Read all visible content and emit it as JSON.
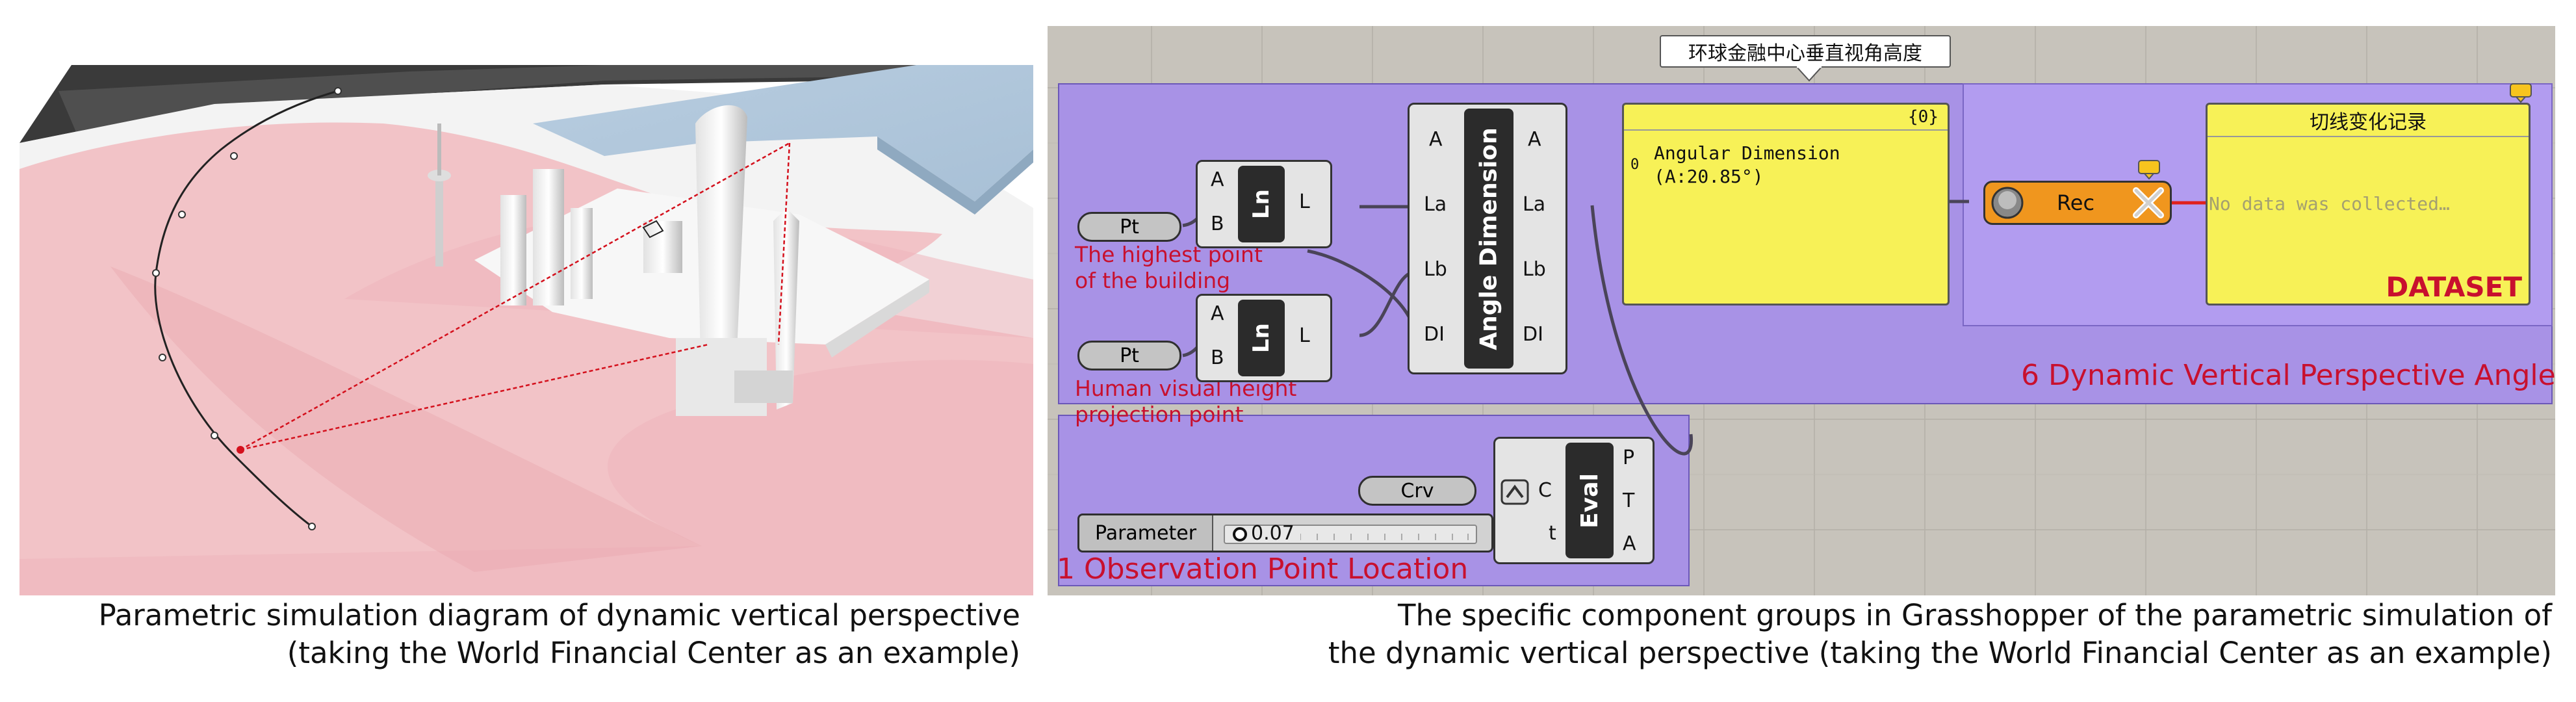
{
  "left_panel": {
    "caption_line1": "Parametric simulation diagram of dynamic vertical perspective",
    "caption_line2": "(taking the World Financial Center as an example)"
  },
  "right_panel": {
    "caption_line1": "The specific component groups in Grasshopper of the parametric simulation of",
    "caption_line2": "the dynamic vertical perspective (taking the World Financial Center as an example)",
    "callout_label": "环球金融中心垂直视角高度",
    "groups": {
      "upper_label": "6 Dynamic Vertical Perspective Angle",
      "lower_label": "1 Observation Point Location"
    },
    "point_labels": {
      "highest_line1": "The highest point",
      "highest_line2": "of the building",
      "human_line1": "Human visual height",
      "human_line2": "projection point"
    },
    "pt1": "Pt",
    "pt2": "Pt",
    "ln1": {
      "title": "Ln",
      "in_a": "A",
      "in_b": "B",
      "out": "L"
    },
    "ln2": {
      "title": "Ln",
      "in_a": "A",
      "in_b": "B",
      "out": "L"
    },
    "angle_dim": {
      "title": "Angle Dimension",
      "inputs": [
        "A",
        "La",
        "Lb",
        "DI"
      ],
      "outputs": [
        "A",
        "La",
        "Lb",
        "DI"
      ]
    },
    "panel_yellow": {
      "path": "{0}",
      "index": "0",
      "line1": "Angular Dimension",
      "line2": "(A:20.85°)"
    },
    "rec": {
      "label": "Rec"
    },
    "dataset": {
      "title": "切线变化记录",
      "message": "No data was collected…",
      "tag": "DATASET"
    },
    "crv": "Crv",
    "eval": {
      "title": "Eval",
      "in_c": "C",
      "in_t": "t",
      "out_p": "P",
      "out_t": "T",
      "out_a": "A"
    },
    "slider": {
      "name": "Parameter",
      "value": "0.07"
    }
  },
  "colors": {
    "group_purple": "#a892e6",
    "group_border": "#5b49a8",
    "panel_yellow": "#f7f157",
    "rec_orange": "#f0961e",
    "label_red": "#c8102e",
    "canvas_bg": "#c7c3bb",
    "terrain_pink": "#f2c3c7"
  },
  "icons": [
    "toggle-icon",
    "close-x-icon",
    "record-button-icon",
    "flag-icon"
  ]
}
